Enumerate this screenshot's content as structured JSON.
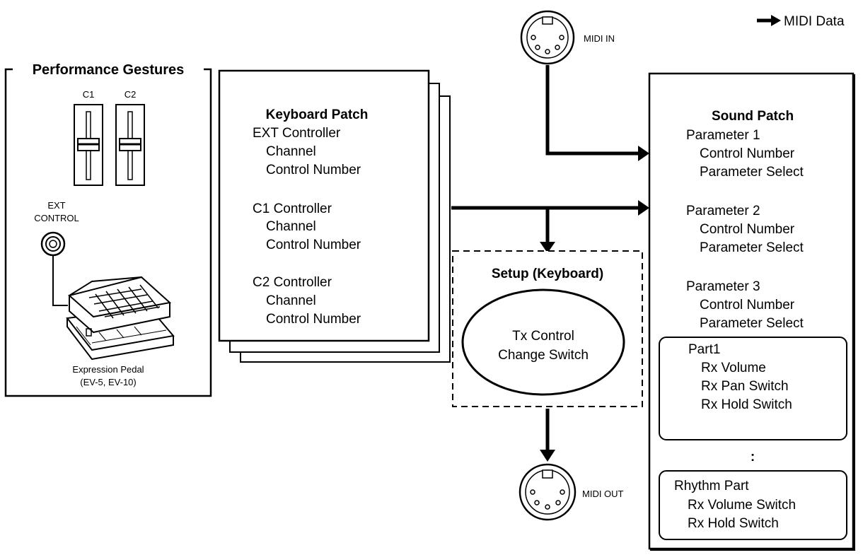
{
  "legend": {
    "label": "MIDI Data"
  },
  "midi_in": {
    "label": "MIDI IN"
  },
  "midi_out": {
    "label": "MIDI OUT"
  },
  "performance": {
    "title": "Performance Gestures",
    "c1_label": "C1",
    "c2_label": "C2",
    "ext_label_line1": "EXT",
    "ext_label_line2": "CONTROL",
    "pedal_caption_line1": "Expression Pedal",
    "pedal_caption_line2": "(EV-5, EV-10)"
  },
  "keyboard_patch": {
    "title": "Keyboard Patch",
    "groups": [
      {
        "name": "EXT Controller",
        "items": [
          "Channel",
          "Control Number"
        ]
      },
      {
        "name": "C1 Controller",
        "items": [
          "Channel",
          "Control Number"
        ]
      },
      {
        "name": "C2 Controller",
        "items": [
          "Channel",
          "Control Number"
        ]
      }
    ]
  },
  "setup": {
    "title": "Setup (Keyboard)",
    "switch_line1": "Tx Control",
    "switch_line2": "Change Switch"
  },
  "sound_patch": {
    "title": "Sound Patch",
    "parameters": [
      {
        "name": "Parameter 1",
        "items": [
          "Control Number",
          "Parameter Select"
        ]
      },
      {
        "name": "Parameter 2",
        "items": [
          "Control Number",
          "Parameter Select"
        ]
      },
      {
        "name": "Parameter 3",
        "items": [
          "Control Number",
          "Parameter Select"
        ]
      }
    ],
    "part1": {
      "name": "Part1",
      "items": [
        "Rx Volume",
        "Rx Pan Switch",
        "Rx Hold Switch"
      ]
    },
    "ellipsis": ":",
    "rhythm": {
      "name": "Rhythm Part",
      "items": [
        "Rx Volume Switch",
        "Rx Hold Switch"
      ]
    }
  }
}
